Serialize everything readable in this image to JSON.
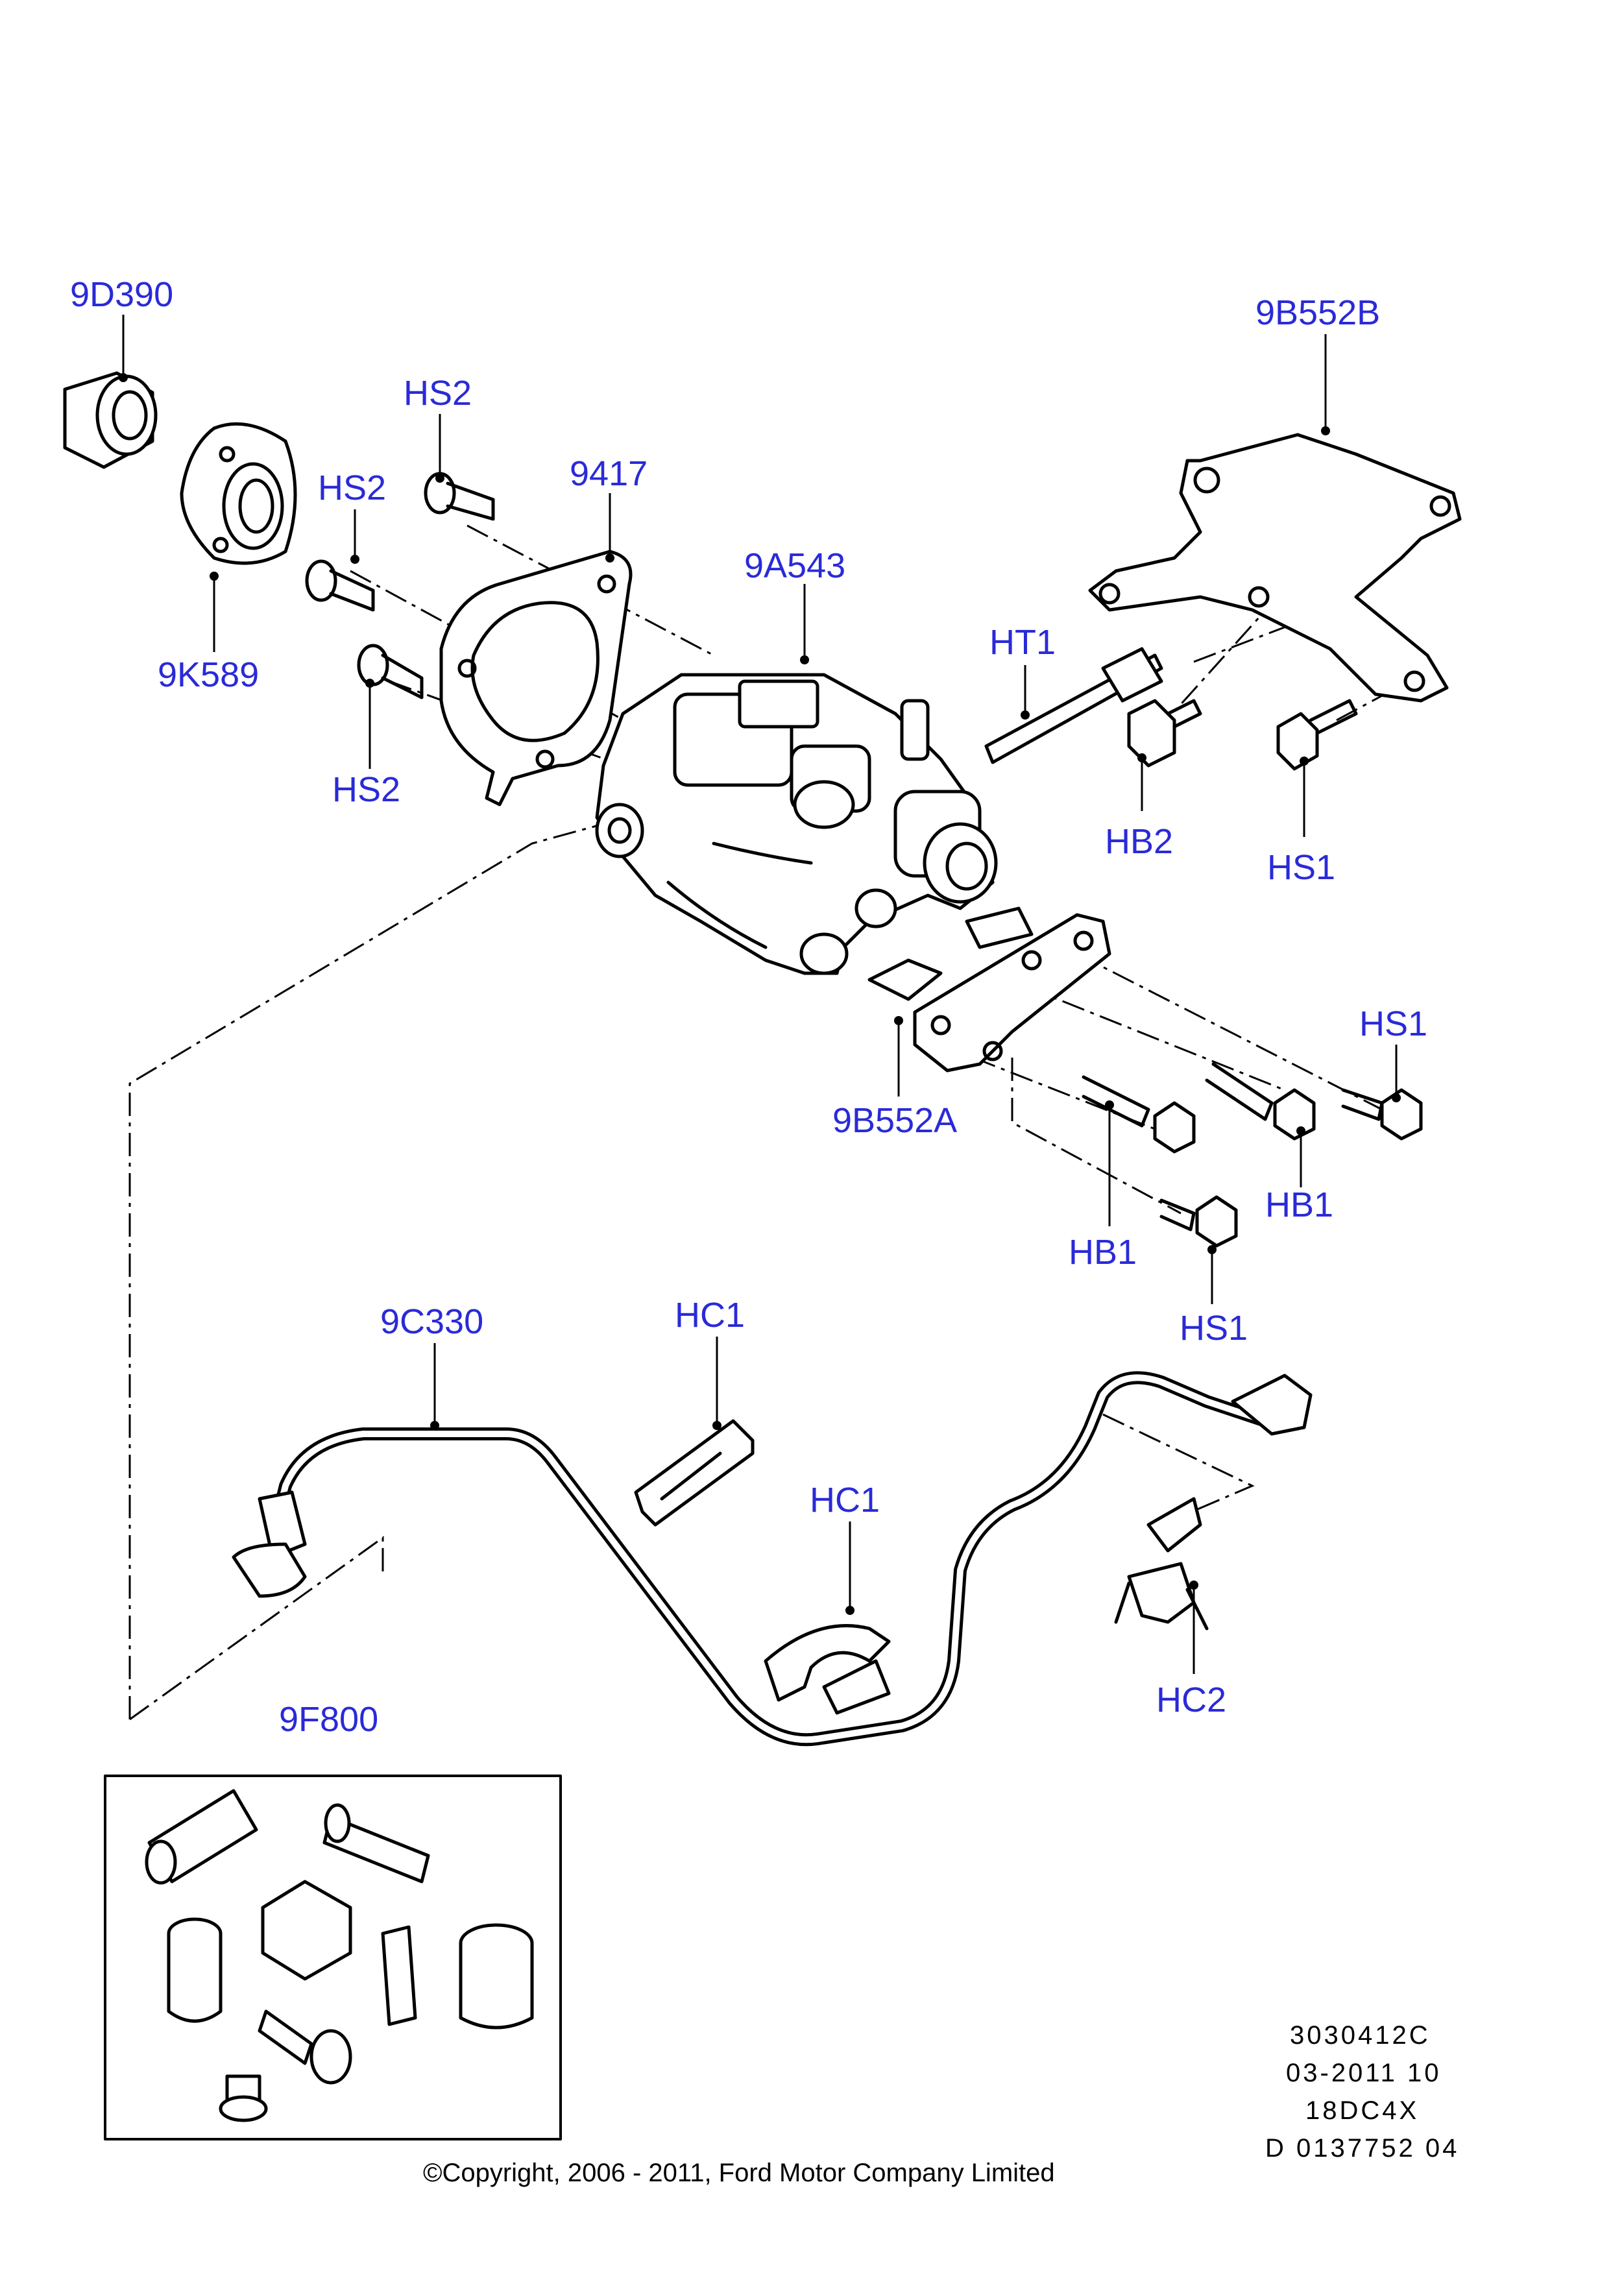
{
  "callouts": {
    "c_9D390": "9D390",
    "c_9K589": "9K589",
    "c_HS2_top": "HS2",
    "c_HS2_mid": "HS2",
    "c_HS2_low": "HS2",
    "c_9417": "9417",
    "c_9A543": "9A543",
    "c_9B552B": "9B552B",
    "c_HT1": "HT1",
    "c_HB2": "HB2",
    "c_HS1_top": "HS1",
    "c_HS1_right": "HS1",
    "c_HS1_bottom": "HS1",
    "c_9B552A": "9B552A",
    "c_HB1_left": "HB1",
    "c_HB1_right": "HB1",
    "c_9C330": "9C330",
    "c_HC1_top": "HC1",
    "c_HC1_bottom": "HC1",
    "c_HC2": "HC2",
    "c_9F800": "9F800"
  },
  "reference": {
    "line1": "3030412C",
    "line2": "03-2011 10",
    "line3": "18DC4X",
    "line4": "D 0137752 04"
  },
  "copyright": "©Copyright, 2006 - 2011, Ford Motor Company Limited",
  "colors": {
    "callout": "#2a2ad8",
    "line": "#000000"
  }
}
